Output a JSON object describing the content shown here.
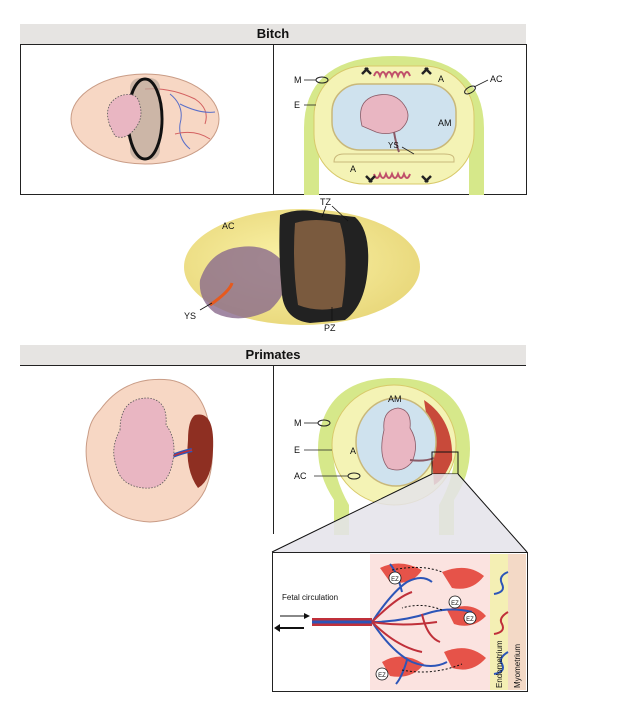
{
  "sections": {
    "bitch_title": "Bitch",
    "primates_title": "Primates"
  },
  "bitch_cross_section": {
    "labels": {
      "m": "M",
      "e": "E",
      "a_top": "A",
      "ac": "AC",
      "am": "AM",
      "ys": "YS",
      "a_bottom": "A"
    }
  },
  "photo": {
    "labels": {
      "ac": "AC",
      "tz": "TZ",
      "ys": "YS",
      "pz": "PZ"
    }
  },
  "primate_cross_section": {
    "labels": {
      "m": "M",
      "am": "AM",
      "e": "E",
      "a": "A",
      "ac": "AC"
    }
  },
  "placenta_detail": {
    "fetal_circulation": "Fetal circulation",
    "endometrium": "Endometrium",
    "myometrium": "Myometrium",
    "ez_marks": [
      "EZ",
      "EZ",
      "EZ",
      "EZ"
    ]
  },
  "colors": {
    "header_bg": "#e6e4e2",
    "chorion_yellow": "#f4f3b5",
    "uterus_green": "#d6e88a",
    "amnion_blue": "#cfe2ee",
    "fetus_pink": "#e9b6c2",
    "placenta_brown": "#8e2f22",
    "maternal_red": "#e23a2e",
    "fetal_blue": "#2c55b8"
  }
}
